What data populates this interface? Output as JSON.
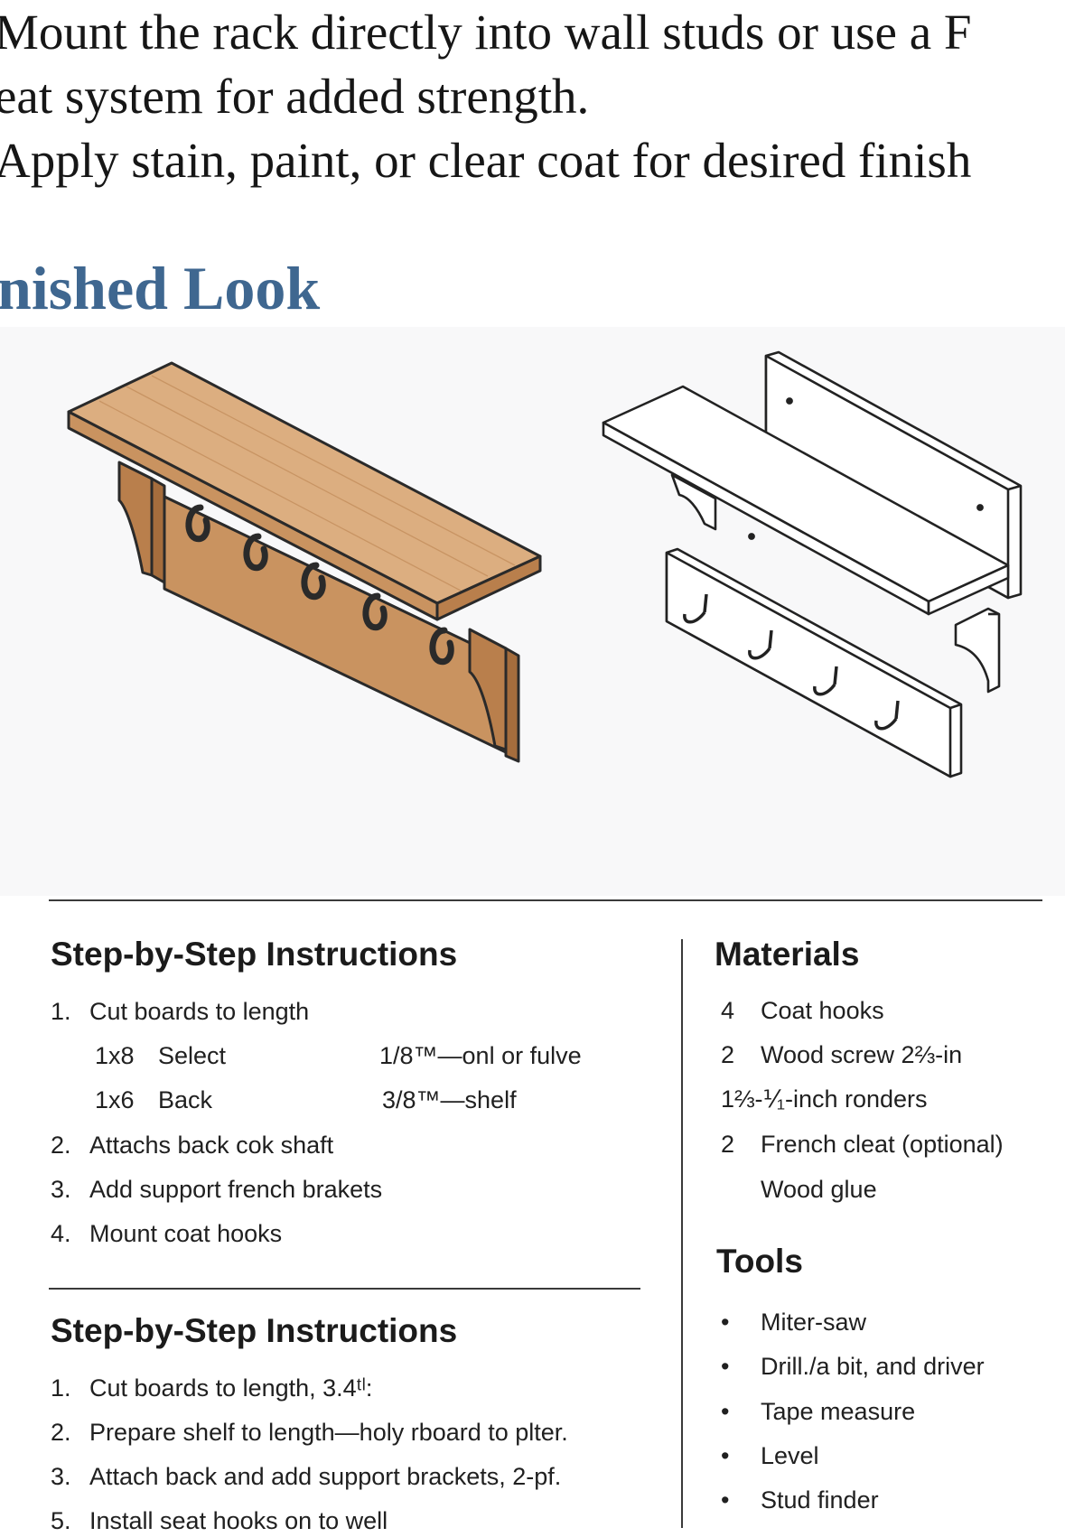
{
  "intro_lines": [
    "Mount the rack directly into wall studs or use a F",
    "eat system for added strength.",
    "Apply stain, paint, or clear coat for desired finish"
  ],
  "section_heading": "nished Look",
  "colors": {
    "heading": "#3f6790",
    "wood_top": "#dcae80",
    "wood_front": "#c99360",
    "wood_side": "#b97f4c",
    "hooks": "#2a2a2a"
  },
  "instructions_1": {
    "title": "Step-by-Step Instructions",
    "steps": [
      {
        "num": "1.",
        "text": "Cut boards to length"
      },
      {
        "num": "2.",
        "text": "Attachs back cok shaft"
      },
      {
        "num": "3.",
        "text": "Add support french brakets"
      },
      {
        "num": "4.",
        "text": "Mount coat hooks"
      }
    ],
    "cuts": [
      {
        "board": "1x8",
        "name": "Select",
        "dim": "1/8™—onl or fulve"
      },
      {
        "board": "1x6",
        "name": "Back",
        "dim": "3/8™—shelf"
      }
    ]
  },
  "instructions_2": {
    "title": "Step-by-Step Instructions",
    "steps": [
      {
        "num": "1.",
        "text": "Cut boards to length, 3.4ᵗˡ:"
      },
      {
        "num": "2.",
        "text": "Prepare shelf to length—holy rboard to plter."
      },
      {
        "num": "3.",
        "text": "Attach back and add support brackets, 2-pf."
      },
      {
        "num": "5.",
        "text": "Install seat hooks on to well"
      }
    ]
  },
  "materials": {
    "title": "Materials",
    "items": [
      {
        "qty": "4",
        "text": "Coat hooks"
      },
      {
        "qty": "2",
        "text": "Wood screw 2⅔-in"
      },
      {
        "qty": "",
        "text": "1⅔-⅟₁-inch ronders"
      },
      {
        "qty": "2",
        "text": "French cleat (optional)"
      },
      {
        "qty": "",
        "text": "Wood glue"
      }
    ]
  },
  "tools": {
    "title": "Tools",
    "bullet": "•",
    "items": [
      "Miter-saw",
      "Drill./a bit, and driver",
      "Tape measure",
      "Level",
      "Stud finder"
    ]
  }
}
